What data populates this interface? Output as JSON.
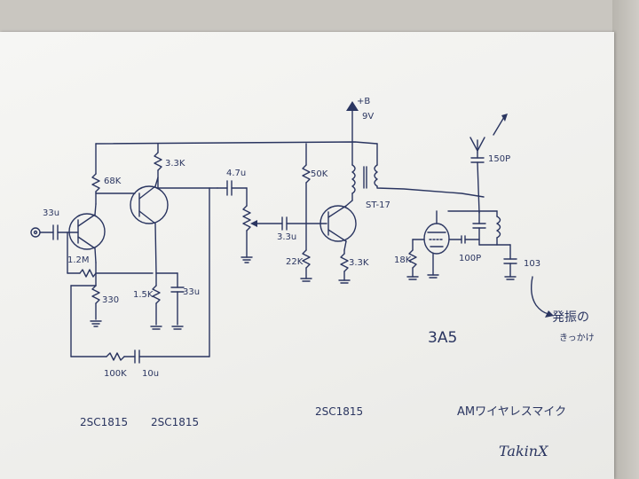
{
  "supply": {
    "label": "+B",
    "voltage": "9V"
  },
  "components": {
    "r_68k": "68K",
    "r_33k_top": "3.3K",
    "c_33u_in": "33u",
    "r_1_2m": "1.2M",
    "r_330": "330",
    "r_1_5k": "1.5K",
    "c_33u_em": "33u",
    "c_4_7u": "4.7u",
    "r_50k": "50K",
    "c_3_3u": "3.3u",
    "r_22k": "22K",
    "r_3_3k_em": "3.3K",
    "coil": "ST-17",
    "c_150p": "150P",
    "r_18k": "18K",
    "c_100p": "100P",
    "c_103": "103",
    "r_100k": "100K",
    "c_10u": "10u"
  },
  "tube_label": "3A5",
  "oscillator_note_1": "発振の",
  "oscillator_note_2": "きっかけ",
  "transistors": [
    "2SC1815",
    "2SC1815",
    "2SC1815"
  ],
  "title": "AMワイヤレスマイク",
  "signature": "TakinX"
}
